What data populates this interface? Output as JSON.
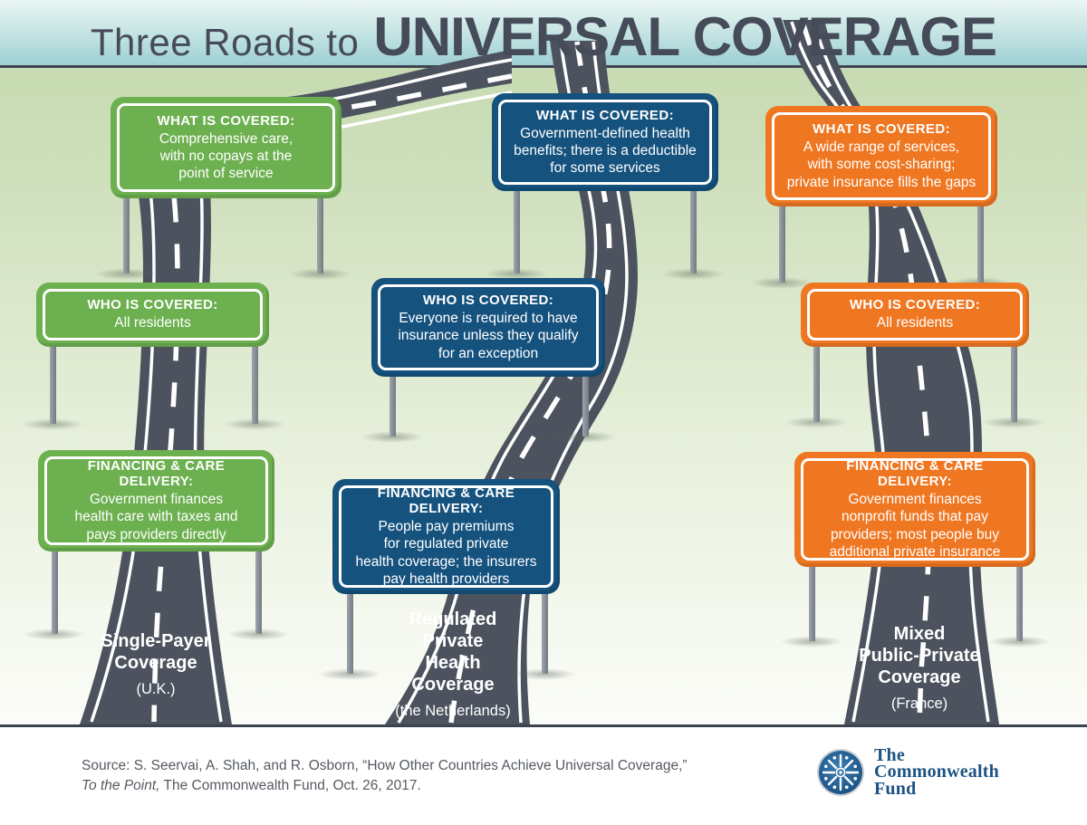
{
  "title": {
    "prefix": "Three Roads to",
    "main": "UNIVERSAL COVERAGE"
  },
  "colors": {
    "green": "#6db050",
    "blue": "#15527e",
    "orange": "#ef7722",
    "road": "#4d535e",
    "title_text": "#454b58"
  },
  "roads": [
    {
      "name": "Single-Payer Coverage",
      "label_lines": "Single-Payer\nCoverage",
      "country": "(U.K.)",
      "color": "#6db050",
      "signs": [
        {
          "heading": "WHAT IS COVERED:",
          "body": "Comprehensive care,\nwith no copays at the\npoint of service"
        },
        {
          "heading": "WHO IS COVERED:",
          "body": "All residents"
        },
        {
          "heading": "FINANCING & CARE DELIVERY:",
          "body": "Government finances\nhealth care with taxes and\npays providers directly"
        }
      ]
    },
    {
      "name": "Regulated Private Health Coverage",
      "label_lines": "Regulated\nPrivate\nHealth\nCoverage",
      "country": "(the Netherlands)",
      "color": "#15527e",
      "signs": [
        {
          "heading": "WHAT IS COVERED:",
          "body": "Government-defined health\nbenefits; there is a deductible\nfor some services"
        },
        {
          "heading": "WHO IS COVERED:",
          "body": "Everyone is required to have\ninsurance unless they qualify\nfor an exception"
        },
        {
          "heading": "FINANCING & CARE DELIVERY:",
          "body": "People pay premiums\nfor regulated private\nhealth coverage; the insurers\npay health providers"
        }
      ]
    },
    {
      "name": "Mixed Public-Private Coverage",
      "label_lines": "Mixed\nPublic-Private\nCoverage",
      "country": "(France)",
      "color": "#ef7722",
      "signs": [
        {
          "heading": "WHAT IS COVERED:",
          "body": "A wide range of services,\nwith some cost-sharing;\nprivate insurance fills the gaps"
        },
        {
          "heading": "WHO IS COVERED:",
          "body": "All residents"
        },
        {
          "heading": "FINANCING & CARE DELIVERY:",
          "body": "Government finances\nnonprofit funds that pay\nproviders; most people buy\nadditional private insurance"
        }
      ]
    }
  ],
  "footer": {
    "source_line1": "Source: S. Seervai, A. Shah, and R. Osborn, “How Other Countries Achieve Universal Coverage,”",
    "source_line2_italic": "To the Point,",
    "source_line2_rest": " The Commonwealth Fund, Oct. 26, 2017."
  },
  "logo": {
    "line1": "The",
    "line2": "Commonwealth",
    "line3": "Fund"
  }
}
